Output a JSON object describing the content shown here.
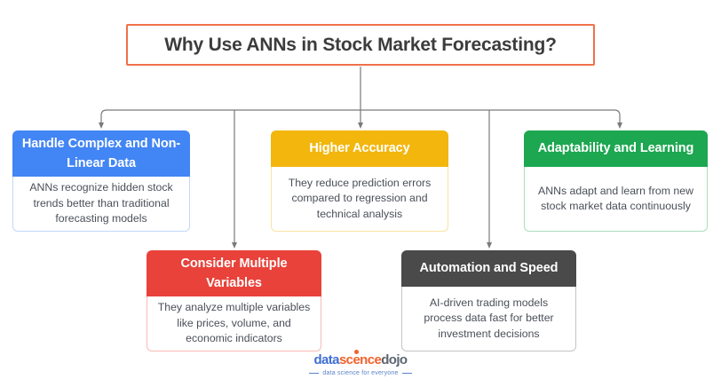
{
  "title": {
    "text": "Why Use ANNs in Stock Market Forecasting?",
    "border_color": "#F0714A",
    "text_color": "#3C3C3C"
  },
  "cards": [
    {
      "heading": "Handle Complex and Non-Linear Data",
      "body": "ANNs recognize hidden stock trends better than traditional forecasting models",
      "accent_color": "#4285F4",
      "border_color": "#C3D7FB"
    },
    {
      "heading": "Higher Accuracy",
      "body": "They reduce prediction errors compared to regression and technical analysis",
      "accent_color": "#F2B60D",
      "border_color": "#FAE3A4"
    },
    {
      "heading": "Adaptability and Learning",
      "body": "ANNs adapt and learn from new stock market data continuously",
      "accent_color": "#1CA750",
      "border_color": "#A9DFBD"
    },
    {
      "heading": "Consider Multiple Variables",
      "body": "They analyze multiple variables like prices, volume, and economic indicators",
      "accent_color": "#E8423A",
      "border_color": "#F7BBB7"
    },
    {
      "heading": "Automation and Speed",
      "body": "AI-driven trading models process data fast for better investment decisions",
      "accent_color": "#4A4A4A",
      "border_color": "#C4C4C4"
    }
  ],
  "connector": {
    "line_color": "#7A7A7A"
  },
  "logo": {
    "part1": "data",
    "part2": "sc",
    "part3": "ence",
    "part4": "dojo",
    "tagline": "data science for everyone",
    "blue": "#3F6FD4",
    "orange": "#F2622B"
  }
}
